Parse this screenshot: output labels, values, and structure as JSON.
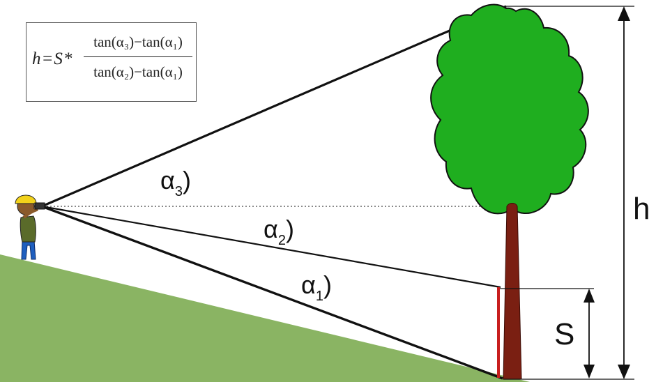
{
  "formula": {
    "lhs": "h=S*",
    "numerator": "tan(α₃)−tan(α₁)",
    "denominator": "tan(α₂)−tan(α₁)"
  },
  "angles": [
    {
      "symbol": "α",
      "sub": "3",
      "close": ")"
    },
    {
      "symbol": "α",
      "sub": "2",
      "close": ")"
    },
    {
      "symbol": "α",
      "sub": "1",
      "close": ")"
    }
  ],
  "labels": {
    "height": "h",
    "stick": "S"
  },
  "colors": {
    "ground": "#8ab463",
    "foliage": "#1fae1f",
    "trunk": "#7a1f12",
    "stick": "#c81e1e",
    "lines": "#111111"
  }
}
